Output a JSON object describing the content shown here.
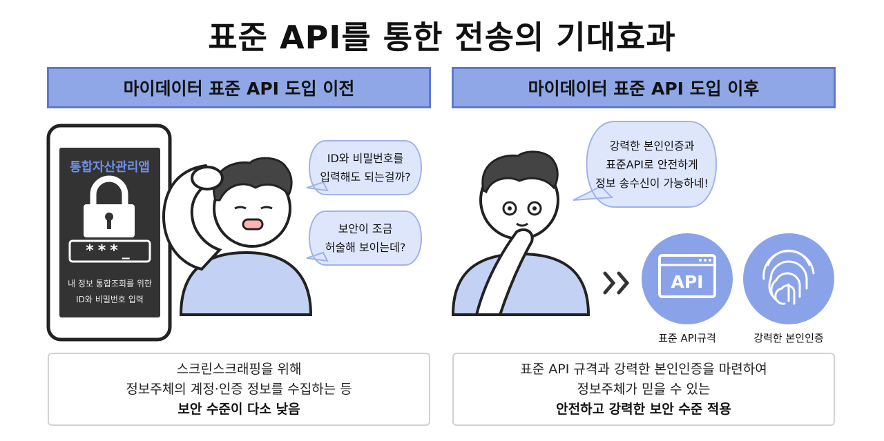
{
  "title": "표준 API를 통한 전송의 기대효과",
  "before": {
    "header": "마이데이터 표준 API 도입 이전",
    "phone": {
      "app_name": "통합자산관리앱",
      "password_mask": "***_",
      "caption_line1": "내 정보 통합조회를 위한",
      "caption_line2": "ID와 비밀번호 입력"
    },
    "bubble1": {
      "line1": "ID와 비밀번호를",
      "line2": "입력해도 되는걸까?"
    },
    "bubble2": {
      "line1": "보안이 조금",
      "line2": "허술해 보이는데?"
    },
    "summary": {
      "line1": "스크린스크래핑을 위해",
      "line2": "정보주체의 계정·인증 정보를 수집하는 등",
      "line3": "보안 수준이 다소 낮음"
    }
  },
  "after": {
    "header": "마이데이터 표준 API 도입 이후",
    "bubble": {
      "line1": "강력한 본인인증과",
      "line2": "표준API로 안전하게",
      "line3": "정보 송수신이 가능하네!"
    },
    "api_icon_text": "API",
    "api_caption": "표준 API규격",
    "fingerprint_caption": "강력한 본인인증",
    "summary": {
      "line1": "표준 API 규격과 강력한 본인인증을 마련하여",
      "line2": "정보주체가 믿을 수 있는",
      "line3": "안전하고 강력한 보안 수준 적용"
    }
  },
  "colors": {
    "accent_blue": "#8fa7e6",
    "accent_border": "#5e79c9",
    "bubble_fill": "#dde6fb",
    "shirt": "#c3d1f5",
    "icon_circle": "#8aa3e8",
    "phone_body": "#222222",
    "phone_screen": "#333333"
  },
  "icons": [
    "lock-icon",
    "api-window-icon",
    "fingerprint-icon",
    "double-chevron-right-icon"
  ]
}
